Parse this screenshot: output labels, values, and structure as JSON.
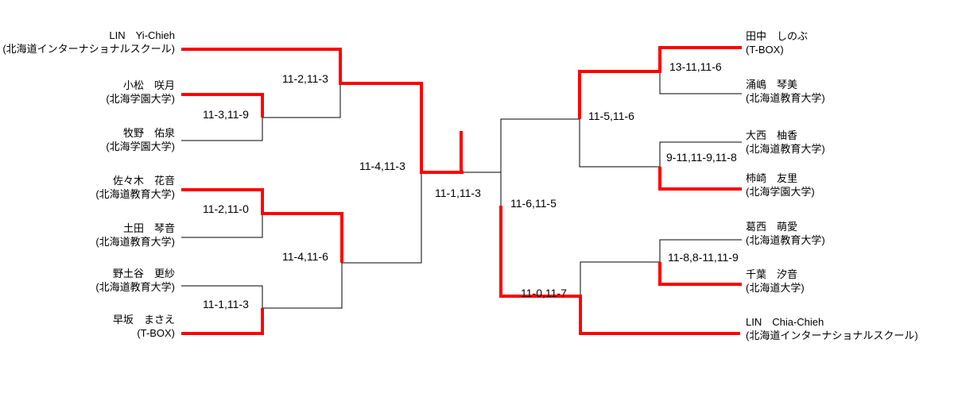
{
  "bracket": {
    "colors": {
      "winner": "#FF0000",
      "line": "#000000",
      "background": "#FFFFFF"
    },
    "left": [
      {
        "name": "LIN　Yi-Chieh",
        "affiliation": "(北海道インターナショナルスクール)"
      },
      {
        "name": "小松　咲月",
        "affiliation": "(北海学園大学)"
      },
      {
        "name": "牧野　佑泉",
        "affiliation": "(北海学園大学)"
      },
      {
        "name": "佐々木　花音",
        "affiliation": "(北海道教育大学)"
      },
      {
        "name": "土田　琴音",
        "affiliation": "(北海道教育大学)"
      },
      {
        "name": "野土谷　更紗",
        "affiliation": "(北海道教育大学)"
      },
      {
        "name": "早坂　まさえ",
        "affiliation": "(T-BOX)"
      }
    ],
    "right": [
      {
        "name": "田中　しのぶ",
        "affiliation": "(T-BOX)"
      },
      {
        "name": "涌嶋　琴美",
        "affiliation": "(北海道教育大学)"
      },
      {
        "name": "大西　柚香",
        "affiliation": "(北海道教育大学)"
      },
      {
        "name": "柿崎　友里",
        "affiliation": "(北海学園大学)"
      },
      {
        "name": "葛西　萌愛",
        "affiliation": "(北海道教育大学)"
      },
      {
        "name": "千葉　汐音",
        "affiliation": "(北海道大学)"
      },
      {
        "name": "LIN　Chia-Chieh",
        "affiliation": "(北海道インターナショナルスクール)"
      }
    ],
    "scores": {
      "left_qf_top": "11-2,11-3",
      "left_r1_top": "11-3,11-9",
      "left_r1_mid": "11-2,11-0",
      "left_qf_bottom": "11-4,11-6",
      "left_r1_bottom": "11-1,11-3",
      "left_sf": "11-4,11-3",
      "final": "11-1,11-3",
      "right_r1_top": "13-11,11-6",
      "right_qf_top": "11-5,11-6",
      "right_r1_mid": "9-11,11-9,11-8",
      "right_sf": "11-6,11-5",
      "right_r1_bottom": "11-8,8-11,11-9",
      "right_qf_bottom": "11-0,11-7"
    }
  }
}
